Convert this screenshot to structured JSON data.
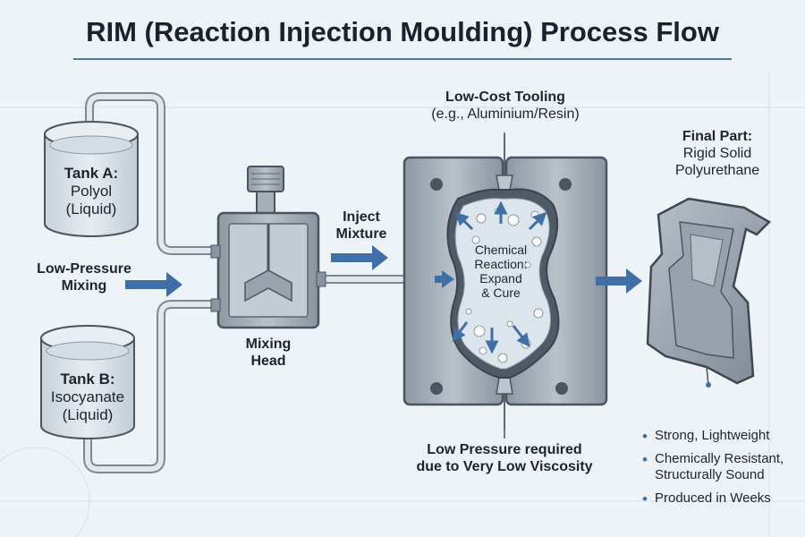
{
  "title": "RIM (Reaction Injection Moulding) Process Flow",
  "tank_a": {
    "name": "Tank A:",
    "material": "Polyol",
    "state": "(Liquid)"
  },
  "tank_b": {
    "name": "Tank B:",
    "material": "Isocyanate",
    "state": "(Liquid)"
  },
  "mixing_label": {
    "line1": "Low-Pressure",
    "line2": "Mixing"
  },
  "mixing_head": {
    "line1": "Mixing",
    "line2": "Head"
  },
  "inject": {
    "line1": "Inject",
    "line2": "Mixture"
  },
  "tooling": {
    "line1": "Low-Cost Tooling",
    "line2": "(e.g., Aluminium/Resin)"
  },
  "reaction": {
    "line1": "Chemical",
    "line2": "Reaction:",
    "line3": "Expand",
    "line4": "& Cure"
  },
  "pressure_note": {
    "line1": "Low Pressure required",
    "line2": "due to Very Low Viscosity"
  },
  "final_part": {
    "line1": "Final Part:",
    "line2": "Rigid Solid",
    "line3": "Polyurethane"
  },
  "benefits": [
    "Strong, Lightweight",
    "Chemically Resistant, Structurally Sound",
    "Produced in Weeks"
  ],
  "colors": {
    "arrow": "#3f6fa5",
    "metal": "#9aa3ad",
    "liquid": "#d3dde6",
    "background": "#eef3f8"
  }
}
